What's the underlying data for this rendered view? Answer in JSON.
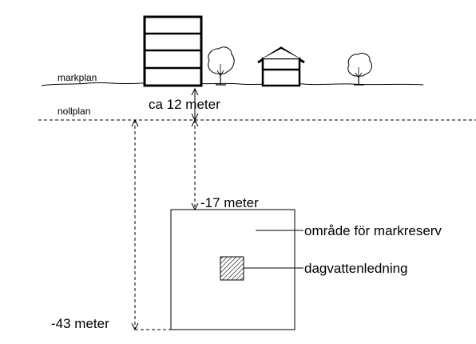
{
  "labels": {
    "markplan": "markplan",
    "nollplan": "nollplan",
    "depth_surface": "ca 12 meter",
    "depth_top": "-17 meter",
    "depth_bottom": "-43 meter",
    "reserve_area": "område för markreserv",
    "stormwater_pipe": "dagvattenledning"
  },
  "icons": [
    "apartment-building-icon",
    "tree-icon",
    "house-icon",
    "tree-icon"
  ],
  "colors": {
    "line": "#000000",
    "background": "#ffffff"
  }
}
